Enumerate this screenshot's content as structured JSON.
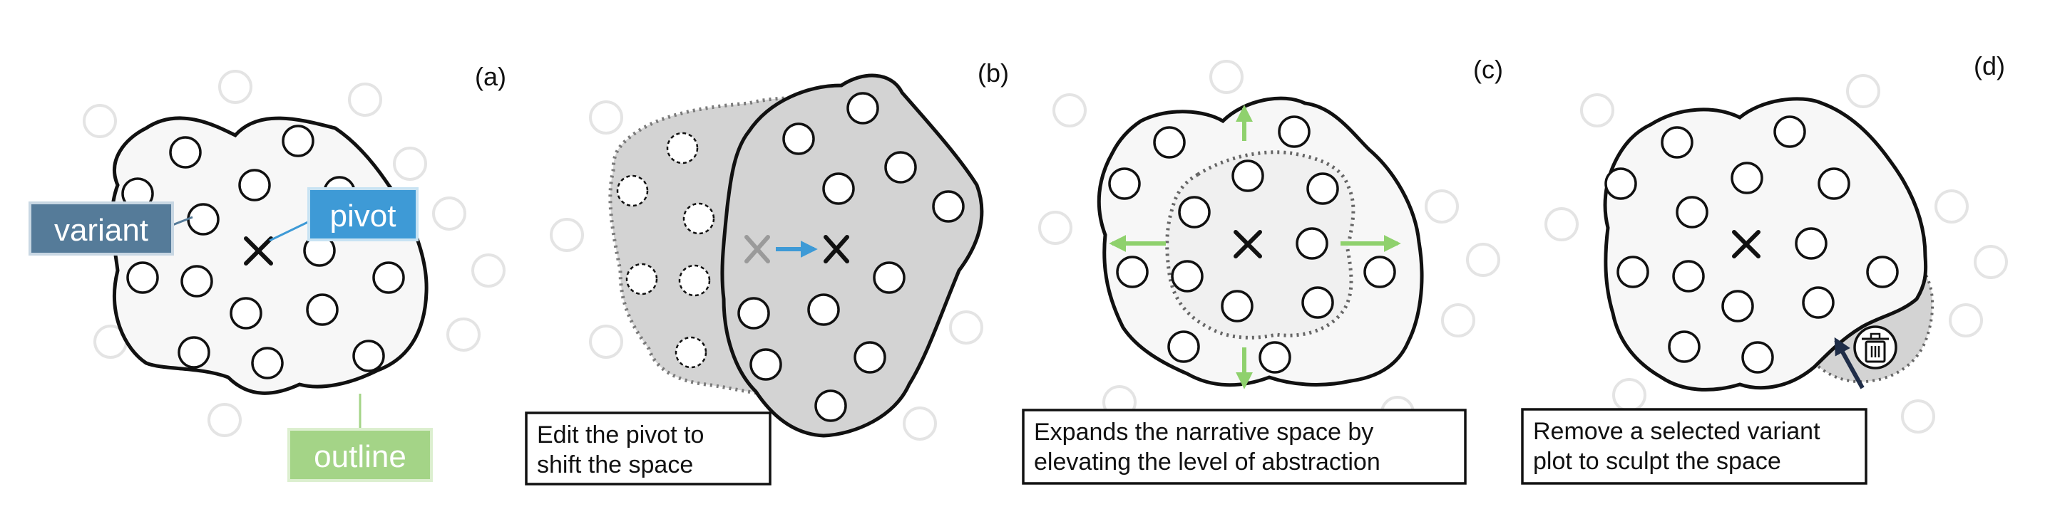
{
  "panels": [
    {
      "tag": "(a)"
    },
    {
      "tag": "(b)",
      "caption_lines": [
        "Edit the pivot to",
        "shift the space"
      ]
    },
    {
      "tag": "(c)",
      "caption_lines": [
        "Expands the narrative space by",
        "elevating the level of abstraction"
      ]
    },
    {
      "tag": "(d)",
      "caption_lines": [
        "Remove a selected variant",
        "plot to sculpt the space"
      ]
    }
  ],
  "callouts": {
    "variant": {
      "text": "variant",
      "color": "#557b99"
    },
    "pivot": {
      "text": "pivot",
      "color": "#3e9ad6"
    },
    "outline": {
      "text": "outline",
      "color": "#a4d487"
    }
  },
  "colors": {
    "outline_stroke": "#111111",
    "space_fill": "#f7f7f7",
    "shifted_fill": "#d3d3d3",
    "faint_variant": "#e4e4e4",
    "arrow_move": "#3e9ad6",
    "arrow_expand": "#8fd16d",
    "arrow_remove": "#1f2d48"
  },
  "icons": [
    "pivot-x-icon",
    "trash-icon",
    "expand-arrow-icon",
    "move-arrow-icon"
  ]
}
